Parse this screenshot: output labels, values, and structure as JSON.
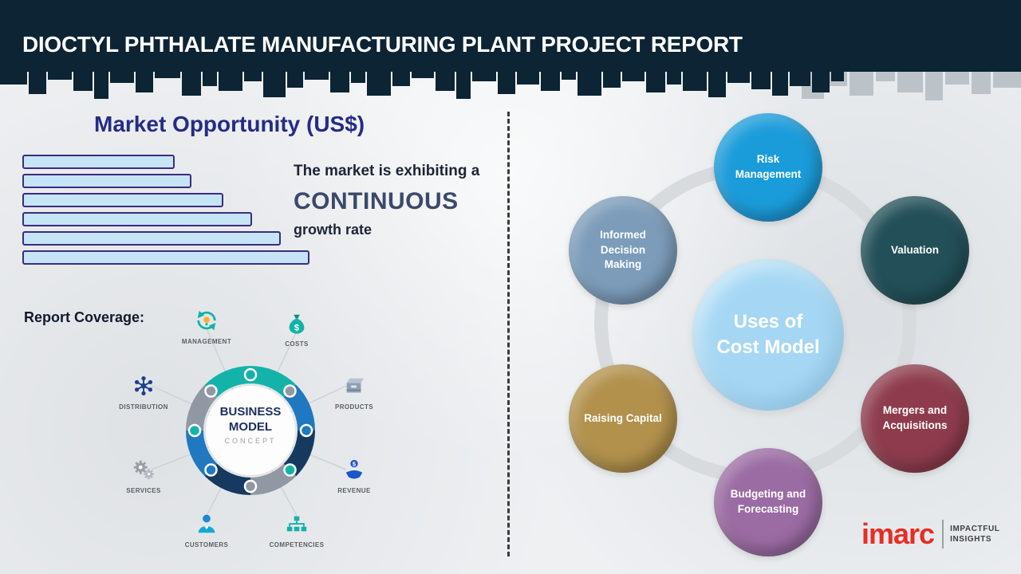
{
  "header": {
    "title": "DIOCTYL PHTHALATE MANUFACTURING PLANT PROJECT REPORT"
  },
  "chart_data": {
    "type": "bar",
    "orientation": "horizontal",
    "title": "Market Opportunity (US$)",
    "values": [
      53,
      59,
      70,
      80,
      90,
      100
    ],
    "value_unit": "relative-length-percent (no axis or tick labels shown)",
    "bar_fill": "#c5e4f6",
    "bar_border": "#3d2b80"
  },
  "left": {
    "section_title": "Market Opportunity (US$)",
    "growth_line1": "The market is exhibiting a",
    "growth_line2": "CONTINUOUS",
    "growth_line3": "growth rate",
    "report_coverage_label": "Report Coverage:",
    "business_model": {
      "center_line1": "BUSINESS",
      "center_line2": "MODEL",
      "center_line3": "CONCEPT",
      "items": [
        {
          "label": "MANAGEMENT",
          "icon": "management-icon"
        },
        {
          "label": "COSTS",
          "icon": "money-bag-icon"
        },
        {
          "label": "DISTRIBUTION",
          "icon": "network-icon"
        },
        {
          "label": "PRODUCTS",
          "icon": "box-icon"
        },
        {
          "label": "SERVICES",
          "icon": "gears-icon"
        },
        {
          "label": "REVENUE",
          "icon": "hand-coin-icon"
        },
        {
          "label": "CUSTOMERS",
          "icon": "person-icon"
        },
        {
          "label": "COMPETENCIES",
          "icon": "org-chart-icon"
        }
      ]
    }
  },
  "right": {
    "center_line1": "Uses of",
    "center_line2": "Cost Model",
    "center_color": "#a5d7f4",
    "nodes": [
      {
        "label": "Risk Management",
        "color": "#1b9cda"
      },
      {
        "label": "Valuation",
        "color": "#224f58"
      },
      {
        "label": "Mergers and Acquisitions",
        "color": "#8e3c4d"
      },
      {
        "label": "Budgeting and Forecasting",
        "color": "#9b6ba3"
      },
      {
        "label": "Raising Capital",
        "color": "#b2914c"
      },
      {
        "label": "Informed Decision Making",
        "color": "#7c9cba"
      }
    ]
  },
  "footer": {
    "logo_text": "imarc",
    "tagline_line1": "IMPACTFUL",
    "tagline_line2": "INSIGHTS"
  }
}
